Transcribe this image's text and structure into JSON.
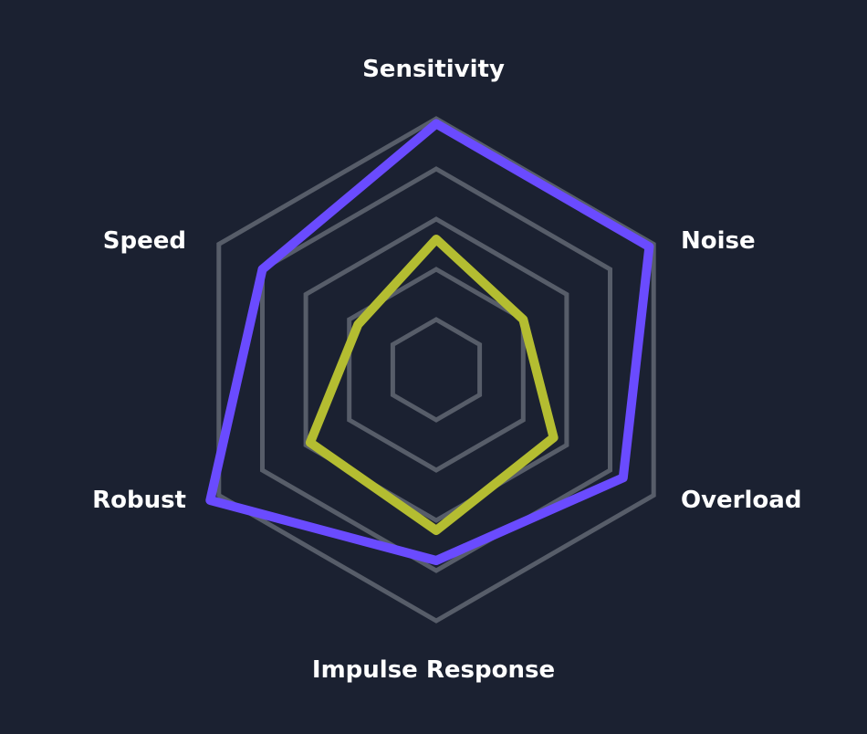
{
  "chart_data": {
    "type": "radar",
    "axes": [
      "Sensitivity",
      "Noise",
      "Overload",
      "Impulse Response",
      "Robust",
      "Speed"
    ],
    "rlim": [
      0,
      5
    ],
    "grid_levels": [
      1,
      2,
      3,
      4,
      5
    ],
    "grid": true,
    "series": [
      {
        "values": [
          4.9,
          4.9,
          4.3,
          3.8,
          5.2,
          4.0
        ],
        "color": "#6a4bff"
      },
      {
        "values": [
          2.6,
          2.0,
          2.7,
          3.2,
          2.9,
          1.8
        ],
        "color": "#b4bd31"
      }
    ],
    "grid_color": "#575d69"
  }
}
